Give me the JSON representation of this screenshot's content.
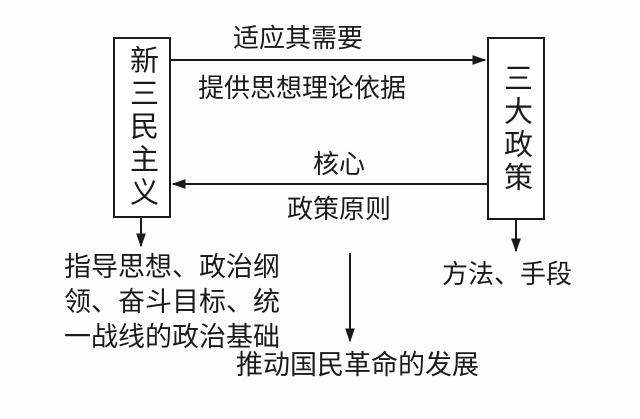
{
  "diagram": {
    "left_box": {
      "label": "新三民主义"
    },
    "right_box": {
      "label": "三大政策"
    },
    "top_arrow": {
      "direction": "left-to-right",
      "label_above": "适应其需要",
      "label_below": "提供思想理论依据"
    },
    "bottom_arrow": {
      "direction": "right-to-left",
      "label_above": "核心",
      "label_below": "政策原则"
    },
    "left_outcome": {
      "text": "指导思想、政治纲\n领、奋斗目标、统\n一战线的政治基础"
    },
    "right_outcome": {
      "text": "方法、手段"
    },
    "final_outcome": {
      "text": "推动国民革命的发展"
    },
    "colors": {
      "line": "#1a1a1a",
      "background": "#ffffff"
    }
  }
}
